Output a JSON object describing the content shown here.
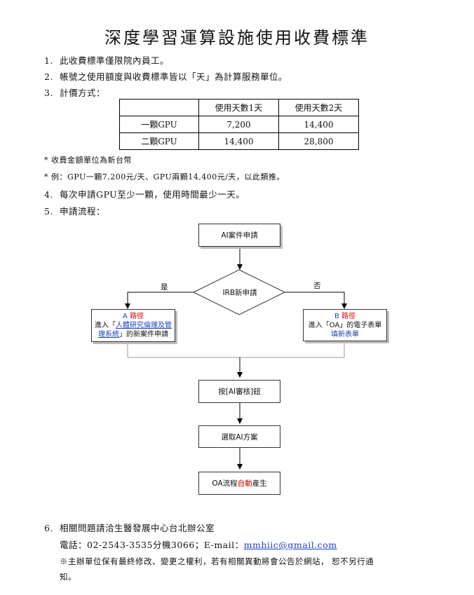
{
  "title": "深度學習運算設施使用收費標準",
  "items": [
    {
      "num": "1.",
      "text": "此收費標準僅限院內員工。"
    },
    {
      "num": "2.",
      "text": "帳號之使用額度與收費標準皆以「天」為計算服務單位。"
    },
    {
      "num": "3.",
      "text": "計價方式："
    }
  ],
  "table": {
    "headers": [
      "",
      "使用天數1天",
      "使用天數2天"
    ],
    "rows": [
      [
        "一顆GPU",
        "7,200",
        "14,400"
      ],
      [
        "二顆GPU",
        "14,400",
        "28,800"
      ]
    ]
  },
  "notes": [
    "* 收費金額單位為新台幣",
    "* 例：GPU一顆7,200元/天、GPU兩顆14,400元/天，以此類推。"
  ],
  "items2": [
    {
      "num": "4.",
      "text": "每次申請GPU至少一顆，使用時間最少一天。"
    },
    {
      "num": "5.",
      "text": "申請流程："
    }
  ],
  "flow": {
    "start": "AI案件申請",
    "decision": "IRB新申請",
    "yes": "是",
    "no": "否",
    "path_a": {
      "letter": "A",
      "title": "路徑",
      "line1_pre": "進入「",
      "line1_link": "人體研究倫理及管",
      "line2_link": "理系統",
      "line2_post": "」的新案件申請"
    },
    "path_b": {
      "letter": "B",
      "title": "路徑",
      "line1": "進入「OA」的電子表單",
      "line2": "填新表單"
    },
    "step1": "按[AI審核]鈕",
    "step2": "選取AI方案",
    "step3_pre": "OA流程",
    "step3_red": "自動",
    "step3_post": "產生"
  },
  "item6": {
    "num": "6.",
    "text": "相關問題請洽生醫發展中心台北辦公室"
  },
  "contact": {
    "label": "電話：02-2543-3535分機3066；E-mail：",
    "email": "mmhiic@gmail.com"
  },
  "disclaimer_line1": "※主辦單位保有最終修改、變更之權利，若有相關異動將會公告於網站， 恕不另行通",
  "disclaimer_line2": "知。"
}
